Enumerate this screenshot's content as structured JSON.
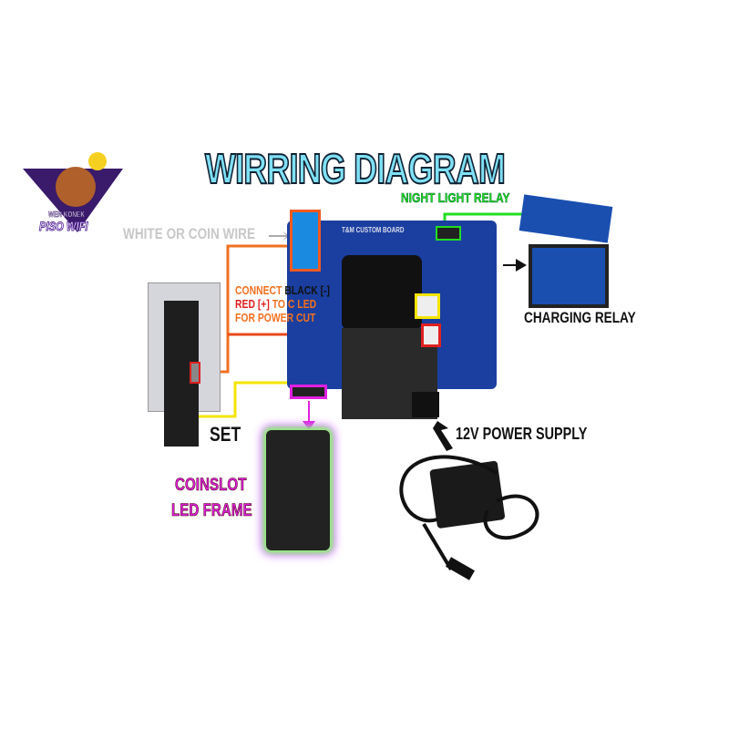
{
  "title": "WIRRING DIAGRAM",
  "logo": {
    "line1": "WEN KONEK",
    "line2": "PISO WIFI"
  },
  "labels": {
    "coin_wire": "WHITE OR COIN WIRE",
    "night_light": "NIGHT  LIGHT RELAY",
    "charging": "CHARGING RELAY",
    "connect": "CONNECT",
    "black": "BLACK [-]",
    "red": "RED [+]",
    "to_c_led": "TO C LED",
    "power_cut": "FOR POWER CUT",
    "set": "SET",
    "power_supply": "12V POWER SUPPLY",
    "coinslot1": "COINSLOT",
    "coinslot2": "LED FRAME",
    "board": "T&M CUSTOM BOARD"
  },
  "colors": {
    "title": "#7fe0f5",
    "orange": "#f07020",
    "red": "#e02020",
    "yellow": "#f5e400",
    "green": "#22dd22",
    "magenta": "#e020e0",
    "board": "#1a3fa0"
  }
}
